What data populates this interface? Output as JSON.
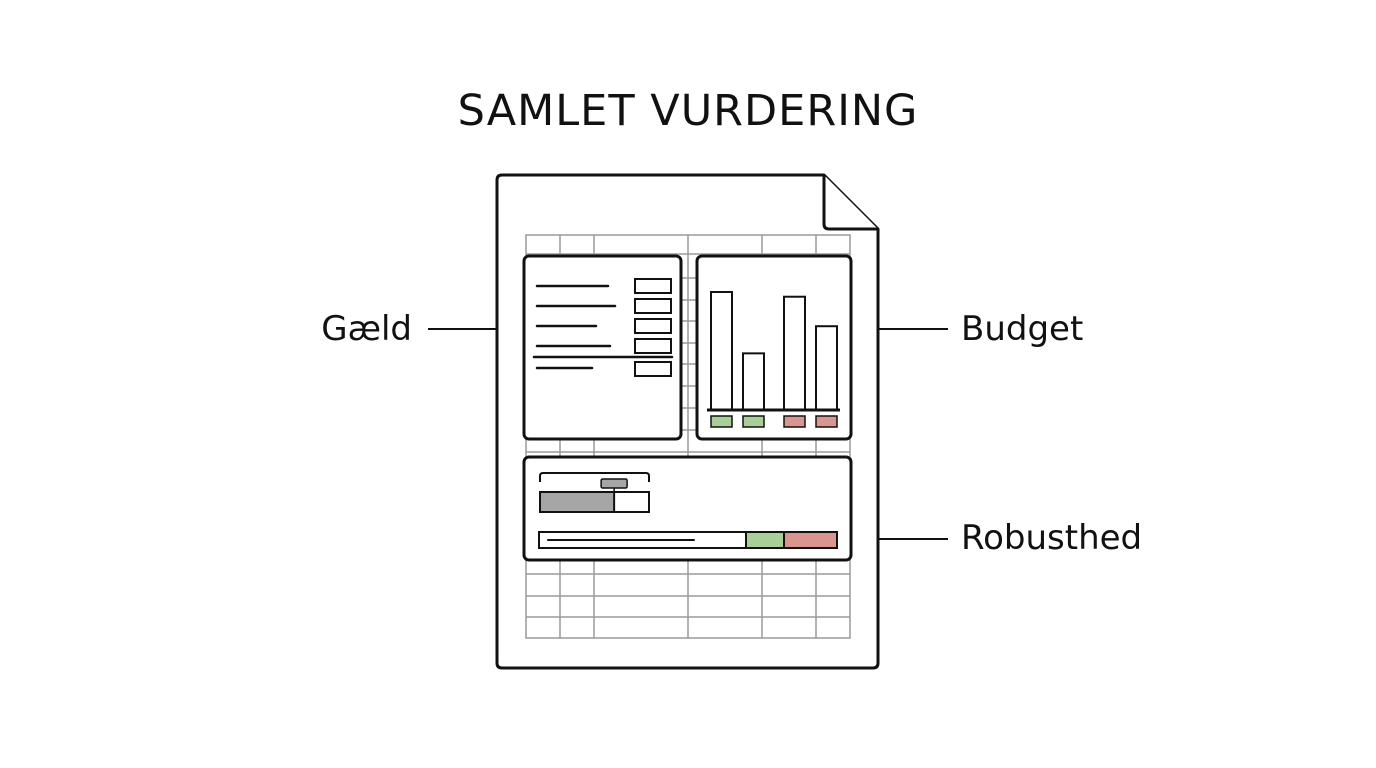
{
  "title": "SAMLET VURDERING",
  "callouts": {
    "debt": "Gæld",
    "budget": "Budget",
    "robustness": "Robusthed"
  },
  "icons": {
    "document": "document-icon",
    "debt_panel": "debt-list-icon",
    "budget_panel": "bar-chart-icon",
    "robustness_panel": "slider-bar-icon"
  },
  "colors": {
    "stroke": "#111111",
    "grid": "#9a9a9a",
    "positive": "#a9cf98",
    "negative": "#d9958f",
    "neutral_fill": "#a6a6a6"
  },
  "budget_bars": {
    "levels": [
      1.0,
      0.48,
      0.96,
      0.71
    ],
    "status": [
      "positive",
      "positive",
      "negative",
      "negative"
    ]
  },
  "robustness_marker": {
    "level": 0.68
  }
}
